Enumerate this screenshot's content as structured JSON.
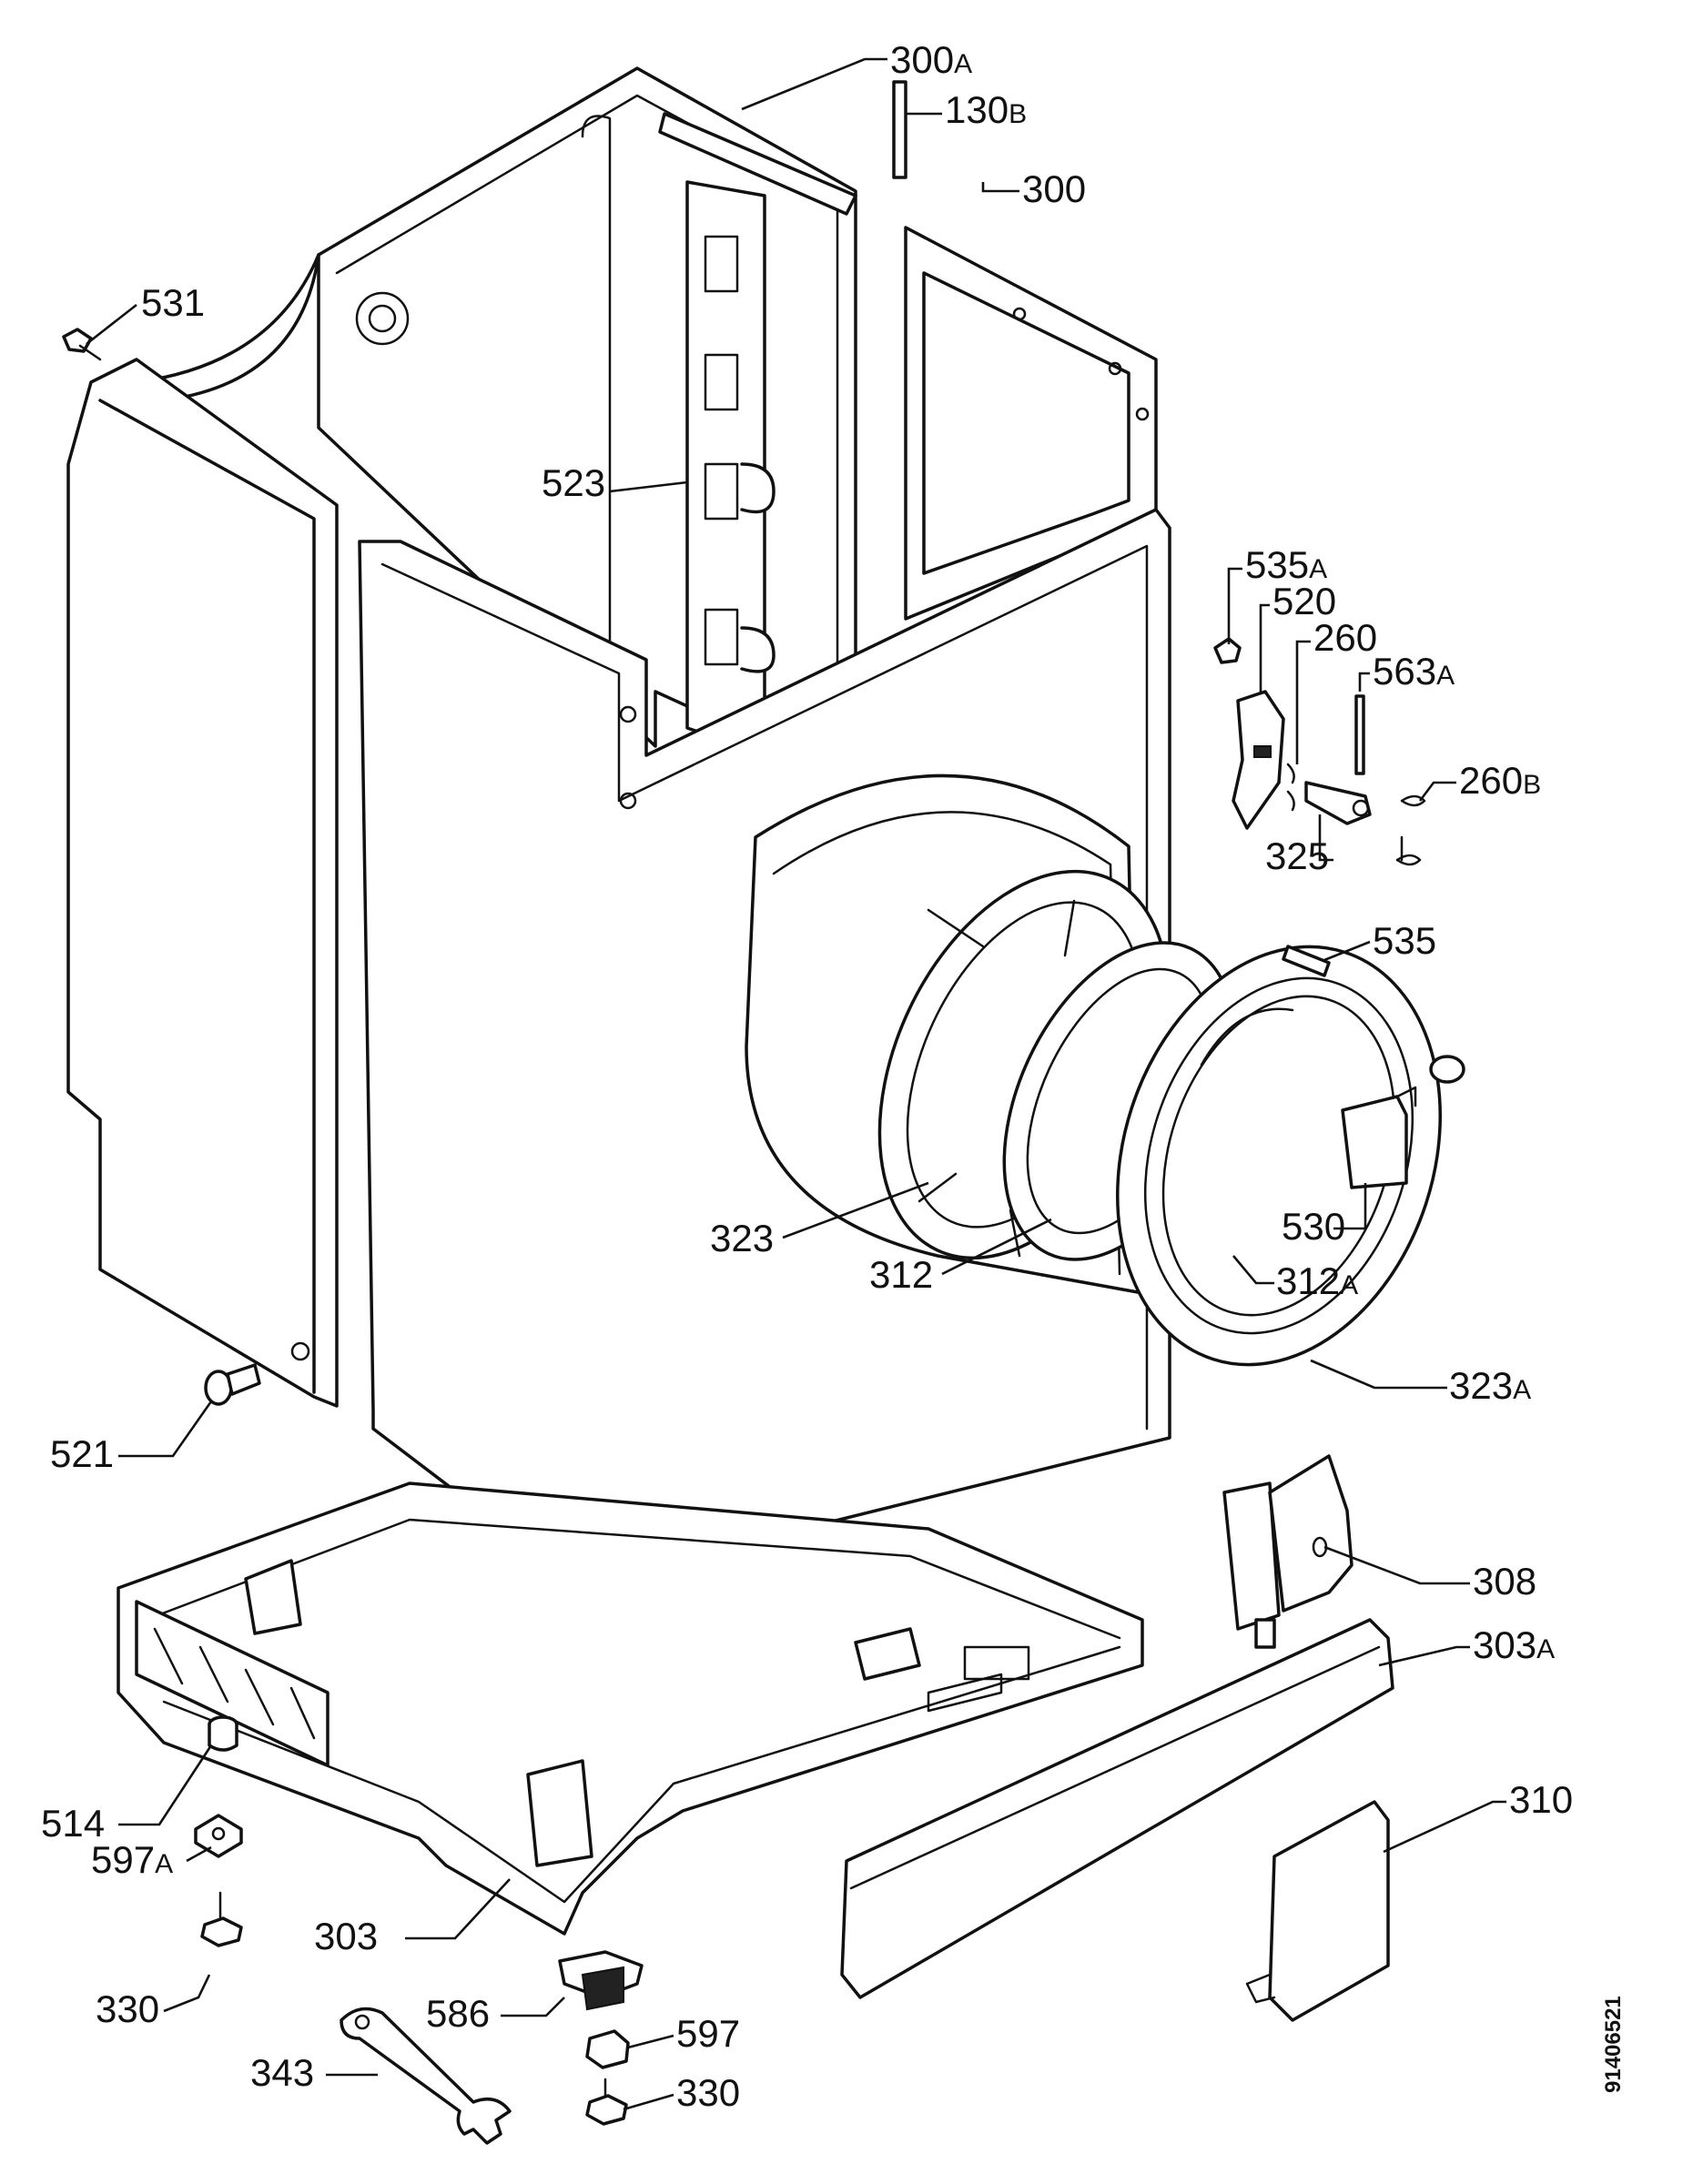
{
  "callouts": [
    {
      "num": "300",
      "suffix": "A"
    },
    {
      "num": "130",
      "suffix": "B"
    },
    {
      "num": "300",
      "suffix": ""
    },
    {
      "num": "531",
      "suffix": ""
    },
    {
      "num": "523",
      "suffix": ""
    },
    {
      "num": "535",
      "suffix": "A"
    },
    {
      "num": "520",
      "suffix": ""
    },
    {
      "num": "260",
      "suffix": ""
    },
    {
      "num": "563",
      "suffix": "A"
    },
    {
      "num": "260",
      "suffix": "B"
    },
    {
      "num": "325",
      "suffix": ""
    },
    {
      "num": "535",
      "suffix": ""
    },
    {
      "num": "530",
      "suffix": ""
    },
    {
      "num": "323",
      "suffix": ""
    },
    {
      "num": "312",
      "suffix": ""
    },
    {
      "num": "312",
      "suffix": "A"
    },
    {
      "num": "323",
      "suffix": "A"
    },
    {
      "num": "521",
      "suffix": ""
    },
    {
      "num": "308",
      "suffix": ""
    },
    {
      "num": "303",
      "suffix": "A"
    },
    {
      "num": "310",
      "suffix": ""
    },
    {
      "num": "514",
      "suffix": ""
    },
    {
      "num": "597",
      "suffix": "A"
    },
    {
      "num": "303",
      "suffix": ""
    },
    {
      "num": "330",
      "suffix": ""
    },
    {
      "num": "586",
      "suffix": ""
    },
    {
      "num": "597",
      "suffix": ""
    },
    {
      "num": "343",
      "suffix": ""
    },
    {
      "num": "330",
      "suffix": ""
    }
  ],
  "document_number": "91406521"
}
